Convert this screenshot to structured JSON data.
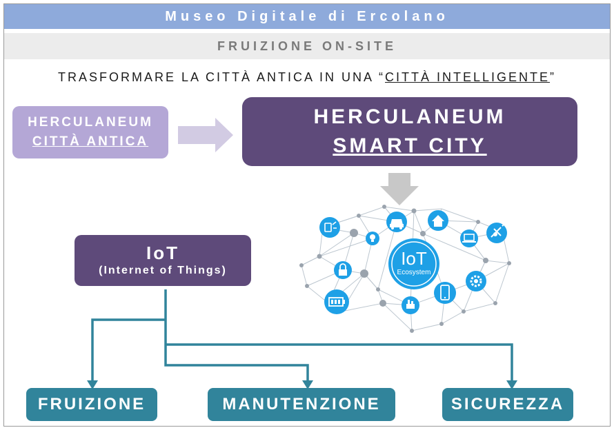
{
  "header": {
    "title": "Museo Digitale di Ercolano"
  },
  "subheader": {
    "title": "FRUIZIONE ON-SITE"
  },
  "tagline": {
    "prefix": "TRASFORMARE LA CITTÀ ANTICA IN UNA “",
    "highlight": "CITTÀ INTELLIGENTE",
    "suffix": "”"
  },
  "ancient_city": {
    "line1": "HERCULANEUM",
    "line2": "CITTÀ ANTICA"
  },
  "smart_city": {
    "line1": "HERCULANEUM",
    "line2": "SMART CITY"
  },
  "iot": {
    "title": "IoT",
    "subtitle": "(Internet of Things)"
  },
  "ecosystem": {
    "center_title": "IoT",
    "center_subtitle": "Ecosystem"
  },
  "outputs": {
    "fruizione": "FRUIZIONE",
    "manutenzione": "MANUTENZIONE",
    "sicurezza": "SICUREZZA"
  },
  "colors": {
    "header": "#8eaadb",
    "ancient": "#b4a7d6",
    "purple": "#5e4a7a",
    "teal": "#31849b",
    "iot_blue": "#1ea0e6"
  }
}
